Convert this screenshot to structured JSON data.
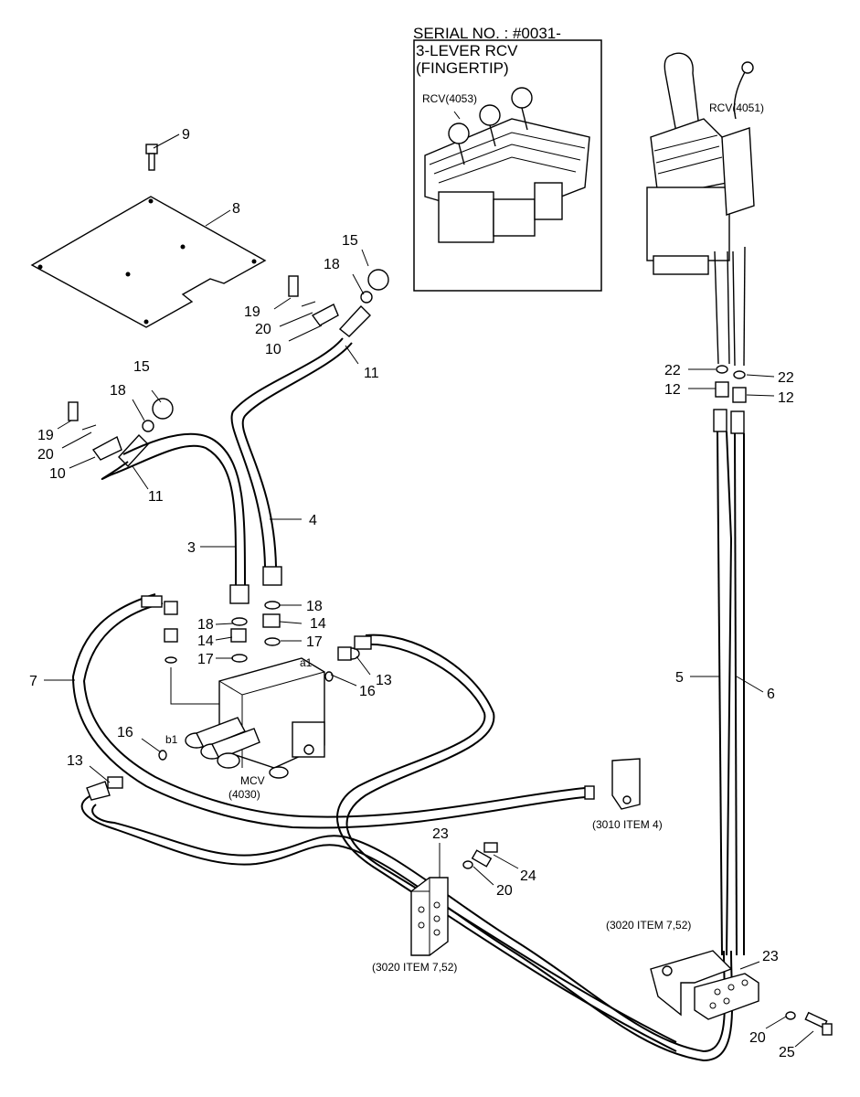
{
  "serial_box": {
    "line1": "SERIAL NO. : #0031-",
    "line2": "3-LEVER RCV",
    "line3": "(FINGERTIP)",
    "inner_label": "RCV(4053)"
  },
  "callouts": {
    "c3": "3",
    "c4": "4",
    "c5": "5",
    "c6": "6",
    "c7": "7",
    "c8": "8",
    "c9": "9",
    "c10a": "10",
    "c10b": "10",
    "c11a": "11",
    "c11b": "11",
    "c12a": "12",
    "c12b": "12",
    "c13a": "13",
    "c13b": "13",
    "c14a": "14",
    "c14b": "14",
    "c15a": "15",
    "c15b": "15",
    "c16a": "16",
    "c16b": "16",
    "c17a": "17",
    "c17b": "17",
    "c18a": "18",
    "c18b": "18",
    "c18c": "18",
    "c18d": "18",
    "c19a": "19",
    "c19b": "19",
    "c20a": "20",
    "c20b": "20",
    "c20c": "20",
    "c20d": "20",
    "c22a": "22",
    "c22b": "22",
    "c23a": "23",
    "c23b": "23",
    "c24": "24",
    "c25": "25"
  },
  "refs": {
    "rcv4051": "RCV(4051)",
    "mcv_line1": "MCV",
    "mcv_line2": "(4030)",
    "port_a1": "a1",
    "port_b1": "b1",
    "ref3010": "(3010 ITEM 4)",
    "ref3020_upper": "(3020 ITEM 7,52)",
    "ref3020_lower": "(3020 ITEM 7,52)"
  }
}
